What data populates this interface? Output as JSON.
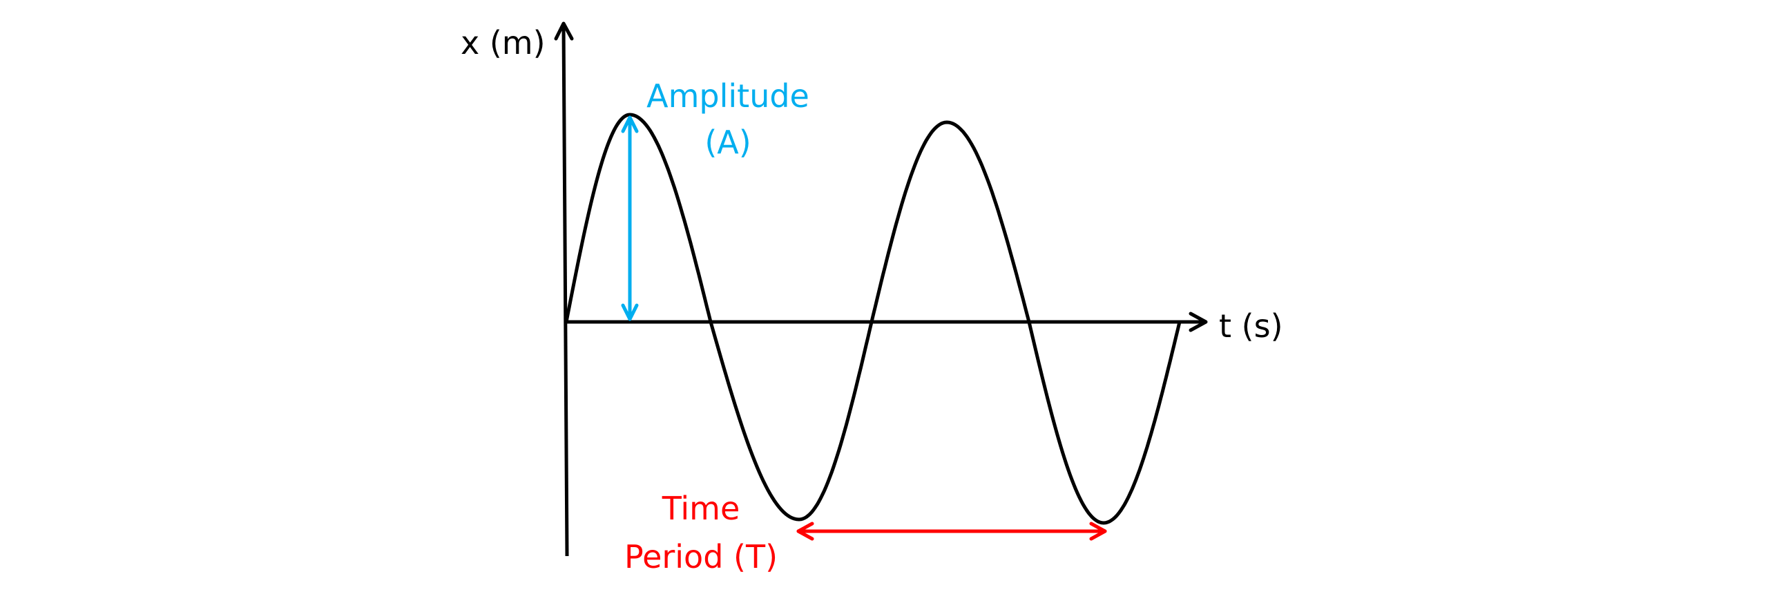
{
  "axes": {
    "y_label": "x (m)",
    "x_label": "t (s)"
  },
  "annotations": {
    "amplitude": {
      "line1": "Amplitude",
      "line2": "(A)",
      "color": "#00AEEF"
    },
    "period": {
      "line1": "Time",
      "line2": "Period (T)",
      "color": "#FF0000"
    }
  },
  "colors": {
    "wave": "#000000",
    "axes": "#000000"
  }
}
